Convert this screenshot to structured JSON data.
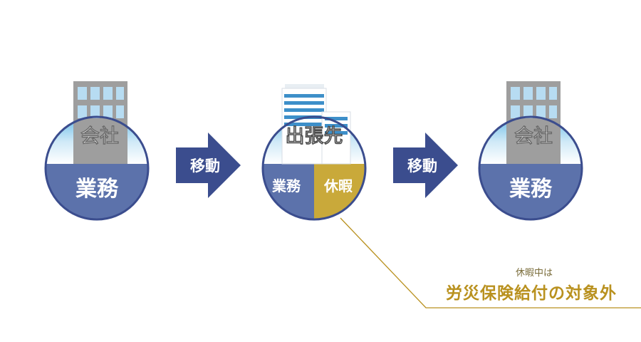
{
  "colors": {
    "navy": "#3b4d8e",
    "work_fill": "#5c72ab",
    "sky_top": "#5fb7e6",
    "sky_bottom": "#ffffff",
    "gold": "#c9a93a",
    "building_gray": "#9e9e9e",
    "window_blue": "#b7dcf2",
    "arrow": "#3b4d8e",
    "note_gold": "#b9911f"
  },
  "left_node": {
    "place_label": "会社",
    "activity_label": "業務",
    "icon": "office-building-icon"
  },
  "arrow_left": {
    "label": "移動"
  },
  "center_node": {
    "place_label": "出張先",
    "work_label": "業務",
    "vacation_label": "休暇",
    "icon": "city-buildings-icon"
  },
  "arrow_right": {
    "label": "移動"
  },
  "right_node": {
    "place_label": "会社",
    "activity_label": "業務",
    "icon": "office-building-icon"
  },
  "note": {
    "small": "休暇中は",
    "big": "労災保険給付の対象外"
  }
}
